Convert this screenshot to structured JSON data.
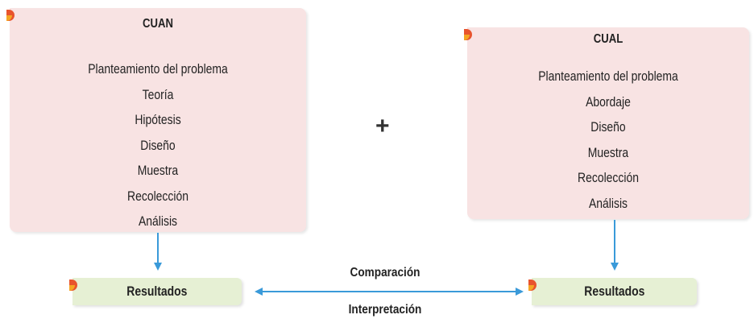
{
  "cuan": {
    "title": "CUAN",
    "items": [
      "Planteamiento del problema",
      "Teoría",
      "Hipótesis",
      "Diseño",
      "Muestra",
      "Recolección",
      "Análisis"
    ]
  },
  "cual": {
    "title": "CUAL",
    "items": [
      "Planteamiento del problema",
      "Abordaje",
      "Diseño",
      "Muestra",
      "Recolección",
      "Análisis"
    ]
  },
  "plus": "+",
  "results": {
    "left": "Resultados",
    "right": "Resultados"
  },
  "links": {
    "top": "Comparación",
    "bottom": "Interpretación"
  },
  "colors": {
    "box_fill": "#f8e3e3",
    "result_fill": "#e6f0d4",
    "arrow": "#3a9ad9",
    "corner_accent": "#e8542d"
  }
}
